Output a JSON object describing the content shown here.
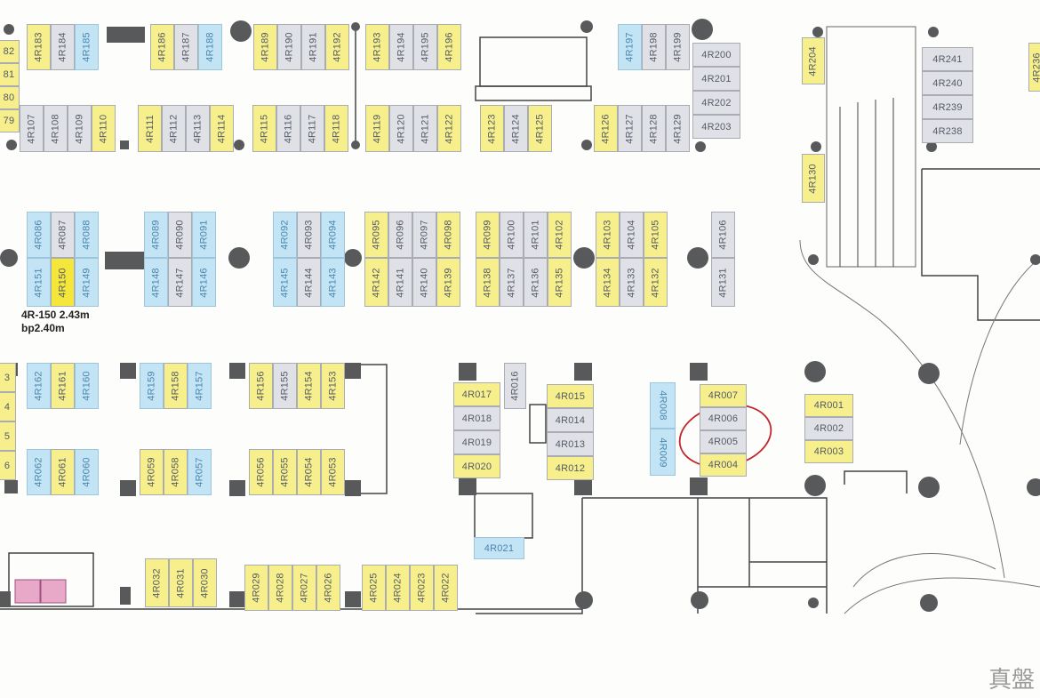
{
  "colors": {
    "yellow": "#f6ef8c",
    "gray": "#dfe1e7",
    "blue": "#c3e4f4",
    "highlight": "#f4e63a",
    "circle_annotation": "#c0262c",
    "pillar": "#58595b"
  },
  "annotation": {
    "line1": "4R-150 2.43m",
    "line2": "bp2.40m"
  },
  "watermark": "真盤",
  "stall_groups": [
    {
      "stalls": [
        {
          "label": "82",
          "type": "yellow"
        },
        {
          "label": "81",
          "type": "yellow"
        },
        {
          "label": "80",
          "type": "yellow"
        },
        {
          "label": "79",
          "type": "yellow"
        }
      ]
    },
    {
      "stalls": [
        {
          "label": "4R183",
          "type": "yellow"
        },
        {
          "label": "4R184",
          "type": "gray"
        },
        {
          "label": "4R185",
          "type": "blue"
        }
      ]
    },
    {
      "stalls": [
        {
          "label": "4R186",
          "type": "yellow"
        },
        {
          "label": "4R187",
          "type": "gray"
        },
        {
          "label": "4R188",
          "type": "blue"
        }
      ]
    },
    {
      "stalls": [
        {
          "label": "4R189",
          "type": "yellow"
        },
        {
          "label": "4R190",
          "type": "gray"
        },
        {
          "label": "4R191",
          "type": "gray"
        },
        {
          "label": "4R192",
          "type": "yellow"
        }
      ]
    },
    {
      "stalls": [
        {
          "label": "4R193",
          "type": "yellow"
        },
        {
          "label": "4R194",
          "type": "gray"
        },
        {
          "label": "4R195",
          "type": "gray"
        },
        {
          "label": "4R196",
          "type": "yellow"
        }
      ]
    },
    {
      "stalls": [
        {
          "label": "4R197",
          "type": "blue"
        },
        {
          "label": "4R198",
          "type": "gray"
        },
        {
          "label": "4R199",
          "type": "gray"
        }
      ]
    },
    {
      "stalls": [
        {
          "label": "4R200",
          "type": "gray"
        },
        {
          "label": "4R201",
          "type": "gray"
        },
        {
          "label": "4R202",
          "type": "gray"
        },
        {
          "label": "4R203",
          "type": "gray"
        }
      ]
    },
    {
      "stalls": [
        {
          "label": "4R204",
          "type": "yellow"
        }
      ]
    },
    {
      "stalls": [
        {
          "label": "4R241",
          "type": "gray"
        },
        {
          "label": "4R240",
          "type": "gray"
        },
        {
          "label": "4R239",
          "type": "gray"
        },
        {
          "label": "4R238",
          "type": "gray"
        }
      ]
    },
    {
      "stalls": [
        {
          "label": "4R236",
          "type": "yellow"
        }
      ]
    },
    {
      "stalls": [
        {
          "label": "4R107",
          "type": "gray"
        },
        {
          "label": "4R108",
          "type": "gray"
        },
        {
          "label": "4R109",
          "type": "gray"
        },
        {
          "label": "4R110",
          "type": "yellow"
        }
      ]
    },
    {
      "stalls": [
        {
          "label": "4R111",
          "type": "yellow"
        },
        {
          "label": "4R112",
          "type": "gray"
        },
        {
          "label": "4R113",
          "type": "gray"
        },
        {
          "label": "4R114",
          "type": "yellow"
        }
      ]
    },
    {
      "stalls": [
        {
          "label": "4R115",
          "type": "yellow"
        },
        {
          "label": "4R116",
          "type": "gray"
        },
        {
          "label": "4R117",
          "type": "gray"
        },
        {
          "label": "4R118",
          "type": "yellow"
        }
      ]
    },
    {
      "stalls": [
        {
          "label": "4R119",
          "type": "yellow"
        },
        {
          "label": "4R120",
          "type": "gray"
        },
        {
          "label": "4R121",
          "type": "gray"
        },
        {
          "label": "4R122",
          "type": "yellow"
        }
      ]
    },
    {
      "stalls": [
        {
          "label": "4R123",
          "type": "yellow"
        },
        {
          "label": "4R124",
          "type": "gray"
        },
        {
          "label": "4R125",
          "type": "yellow"
        }
      ]
    },
    {
      "stalls": [
        {
          "label": "4R126",
          "type": "yellow"
        },
        {
          "label": "4R127",
          "type": "gray"
        },
        {
          "label": "4R128",
          "type": "gray"
        },
        {
          "label": "4R129",
          "type": "gray"
        }
      ]
    },
    {
      "stalls": [
        {
          "label": "4R130",
          "type": "yellow"
        }
      ]
    },
    {
      "stalls": [
        {
          "label": "4R086",
          "type": "blue"
        },
        {
          "label": "4R087",
          "type": "gray"
        },
        {
          "label": "4R088",
          "type": "blue"
        }
      ]
    },
    {
      "stalls": [
        {
          "label": "4R151",
          "type": "blue"
        },
        {
          "label": "4R150",
          "type": "highlight"
        },
        {
          "label": "4R149",
          "type": "blue"
        }
      ]
    },
    {
      "stalls": [
        {
          "label": "4R089",
          "type": "blue"
        },
        {
          "label": "4R090",
          "type": "gray"
        },
        {
          "label": "4R091",
          "type": "blue"
        }
      ]
    },
    {
      "stalls": [
        {
          "label": "4R148",
          "type": "blue"
        },
        {
          "label": "4R147",
          "type": "gray"
        },
        {
          "label": "4R146",
          "type": "blue"
        }
      ]
    },
    {
      "stalls": [
        {
          "label": "4R092",
          "type": "blue"
        },
        {
          "label": "4R093",
          "type": "gray"
        },
        {
          "label": "4R094",
          "type": "blue"
        }
      ]
    },
    {
      "stalls": [
        {
          "label": "4R145",
          "type": "blue"
        },
        {
          "label": "4R144",
          "type": "gray"
        },
        {
          "label": "4R143",
          "type": "blue"
        }
      ]
    },
    {
      "stalls": [
        {
          "label": "4R095",
          "type": "yellow"
        },
        {
          "label": "4R096",
          "type": "gray"
        },
        {
          "label": "4R097",
          "type": "gray"
        },
        {
          "label": "4R098",
          "type": "yellow"
        }
      ]
    },
    {
      "stalls": [
        {
          "label": "4R142",
          "type": "yellow"
        },
        {
          "label": "4R141",
          "type": "gray"
        },
        {
          "label": "4R140",
          "type": "gray"
        },
        {
          "label": "4R139",
          "type": "yellow"
        }
      ]
    },
    {
      "stalls": [
        {
          "label": "4R099",
          "type": "yellow"
        },
        {
          "label": "4R100",
          "type": "gray"
        },
        {
          "label": "4R101",
          "type": "gray"
        },
        {
          "label": "4R102",
          "type": "yellow"
        }
      ]
    },
    {
      "stalls": [
        {
          "label": "4R138",
          "type": "yellow"
        },
        {
          "label": "4R137",
          "type": "gray"
        },
        {
          "label": "4R136",
          "type": "gray"
        },
        {
          "label": "4R135",
          "type": "yellow"
        }
      ]
    },
    {
      "stalls": [
        {
          "label": "4R103",
          "type": "yellow"
        },
        {
          "label": "4R104",
          "type": "gray"
        },
        {
          "label": "4R105",
          "type": "yellow"
        }
      ]
    },
    {
      "stalls": [
        {
          "label": "4R134",
          "type": "yellow"
        },
        {
          "label": "4R133",
          "type": "gray"
        },
        {
          "label": "4R132",
          "type": "yellow"
        }
      ]
    },
    {
      "stalls": [
        {
          "label": "4R106",
          "type": "gray"
        }
      ]
    },
    {
      "stalls": [
        {
          "label": "4R131",
          "type": "gray"
        }
      ]
    },
    {
      "stalls": [
        {
          "label": "3",
          "type": "yellow"
        },
        {
          "label": "4",
          "type": "yellow"
        },
        {
          "label": "5",
          "type": "yellow"
        },
        {
          "label": "6",
          "type": "yellow"
        }
      ]
    },
    {
      "stalls": [
        {
          "label": "4R162",
          "type": "blue"
        },
        {
          "label": "4R161",
          "type": "yellow"
        },
        {
          "label": "4R160",
          "type": "blue"
        }
      ]
    },
    {
      "stalls": [
        {
          "label": "4R159",
          "type": "blue"
        },
        {
          "label": "4R158",
          "type": "yellow"
        },
        {
          "label": "4R157",
          "type": "blue"
        }
      ]
    },
    {
      "stalls": [
        {
          "label": "4R156",
          "type": "yellow"
        },
        {
          "label": "4R155",
          "type": "gray"
        },
        {
          "label": "4R154",
          "type": "yellow"
        },
        {
          "label": "4R153",
          "type": "yellow"
        }
      ]
    },
    {
      "stalls": [
        {
          "label": "4R062",
          "type": "blue"
        },
        {
          "label": "4R061",
          "type": "yellow"
        },
        {
          "label": "4R060",
          "type": "blue"
        }
      ]
    },
    {
      "stalls": [
        {
          "label": "4R059",
          "type": "yellow"
        },
        {
          "label": "4R058",
          "type": "yellow"
        },
        {
          "label": "4R057",
          "type": "blue"
        }
      ]
    },
    {
      "stalls": [
        {
          "label": "4R056",
          "type": "yellow"
        },
        {
          "label": "4R055",
          "type": "yellow"
        },
        {
          "label": "4R054",
          "type": "yellow"
        },
        {
          "label": "4R053",
          "type": "yellow"
        }
      ]
    },
    {
      "stalls": [
        {
          "label": "4R017",
          "type": "yellow"
        },
        {
          "label": "4R018",
          "type": "gray"
        },
        {
          "label": "4R019",
          "type": "gray"
        },
        {
          "label": "4R020",
          "type": "yellow"
        }
      ]
    },
    {
      "stalls": [
        {
          "label": "4R016",
          "type": "gray"
        }
      ]
    },
    {
      "stalls": [
        {
          "label": "4R015",
          "type": "yellow"
        },
        {
          "label": "4R014",
          "type": "gray"
        },
        {
          "label": "4R013",
          "type": "gray"
        },
        {
          "label": "4R012",
          "type": "yellow"
        }
      ]
    },
    {
      "stalls": [
        {
          "label": "4R008",
          "type": "blue"
        }
      ]
    },
    {
      "stalls": [
        {
          "label": "4R009",
          "type": "blue"
        }
      ]
    },
    {
      "stalls": [
        {
          "label": "4R007",
          "type": "yellow"
        },
        {
          "label": "4R006",
          "type": "gray"
        },
        {
          "label": "4R005",
          "type": "gray"
        },
        {
          "label": "4R004",
          "type": "yellow"
        }
      ]
    },
    {
      "stalls": [
        {
          "label": "4R001",
          "type": "yellow"
        },
        {
          "label": "4R002",
          "type": "gray"
        },
        {
          "label": "4R003",
          "type": "yellow"
        }
      ]
    },
    {
      "stalls": [
        {
          "label": "4R021",
          "type": "blue"
        }
      ]
    },
    {
      "stalls": [
        {
          "label": "4R032",
          "type": "yellow"
        },
        {
          "label": "4R031",
          "type": "yellow"
        },
        {
          "label": "4R030",
          "type": "yellow"
        }
      ]
    },
    {
      "stalls": [
        {
          "label": "4R029",
          "type": "yellow"
        },
        {
          "label": "4R028",
          "type": "yellow"
        },
        {
          "label": "4R027",
          "type": "yellow"
        },
        {
          "label": "4R026",
          "type": "yellow"
        }
      ]
    },
    {
      "stalls": [
        {
          "label": "4R025",
          "type": "yellow"
        },
        {
          "label": "4R024",
          "type": "yellow"
        },
        {
          "label": "4R023",
          "type": "yellow"
        },
        {
          "label": "4R022",
          "type": "yellow"
        }
      ]
    }
  ]
}
